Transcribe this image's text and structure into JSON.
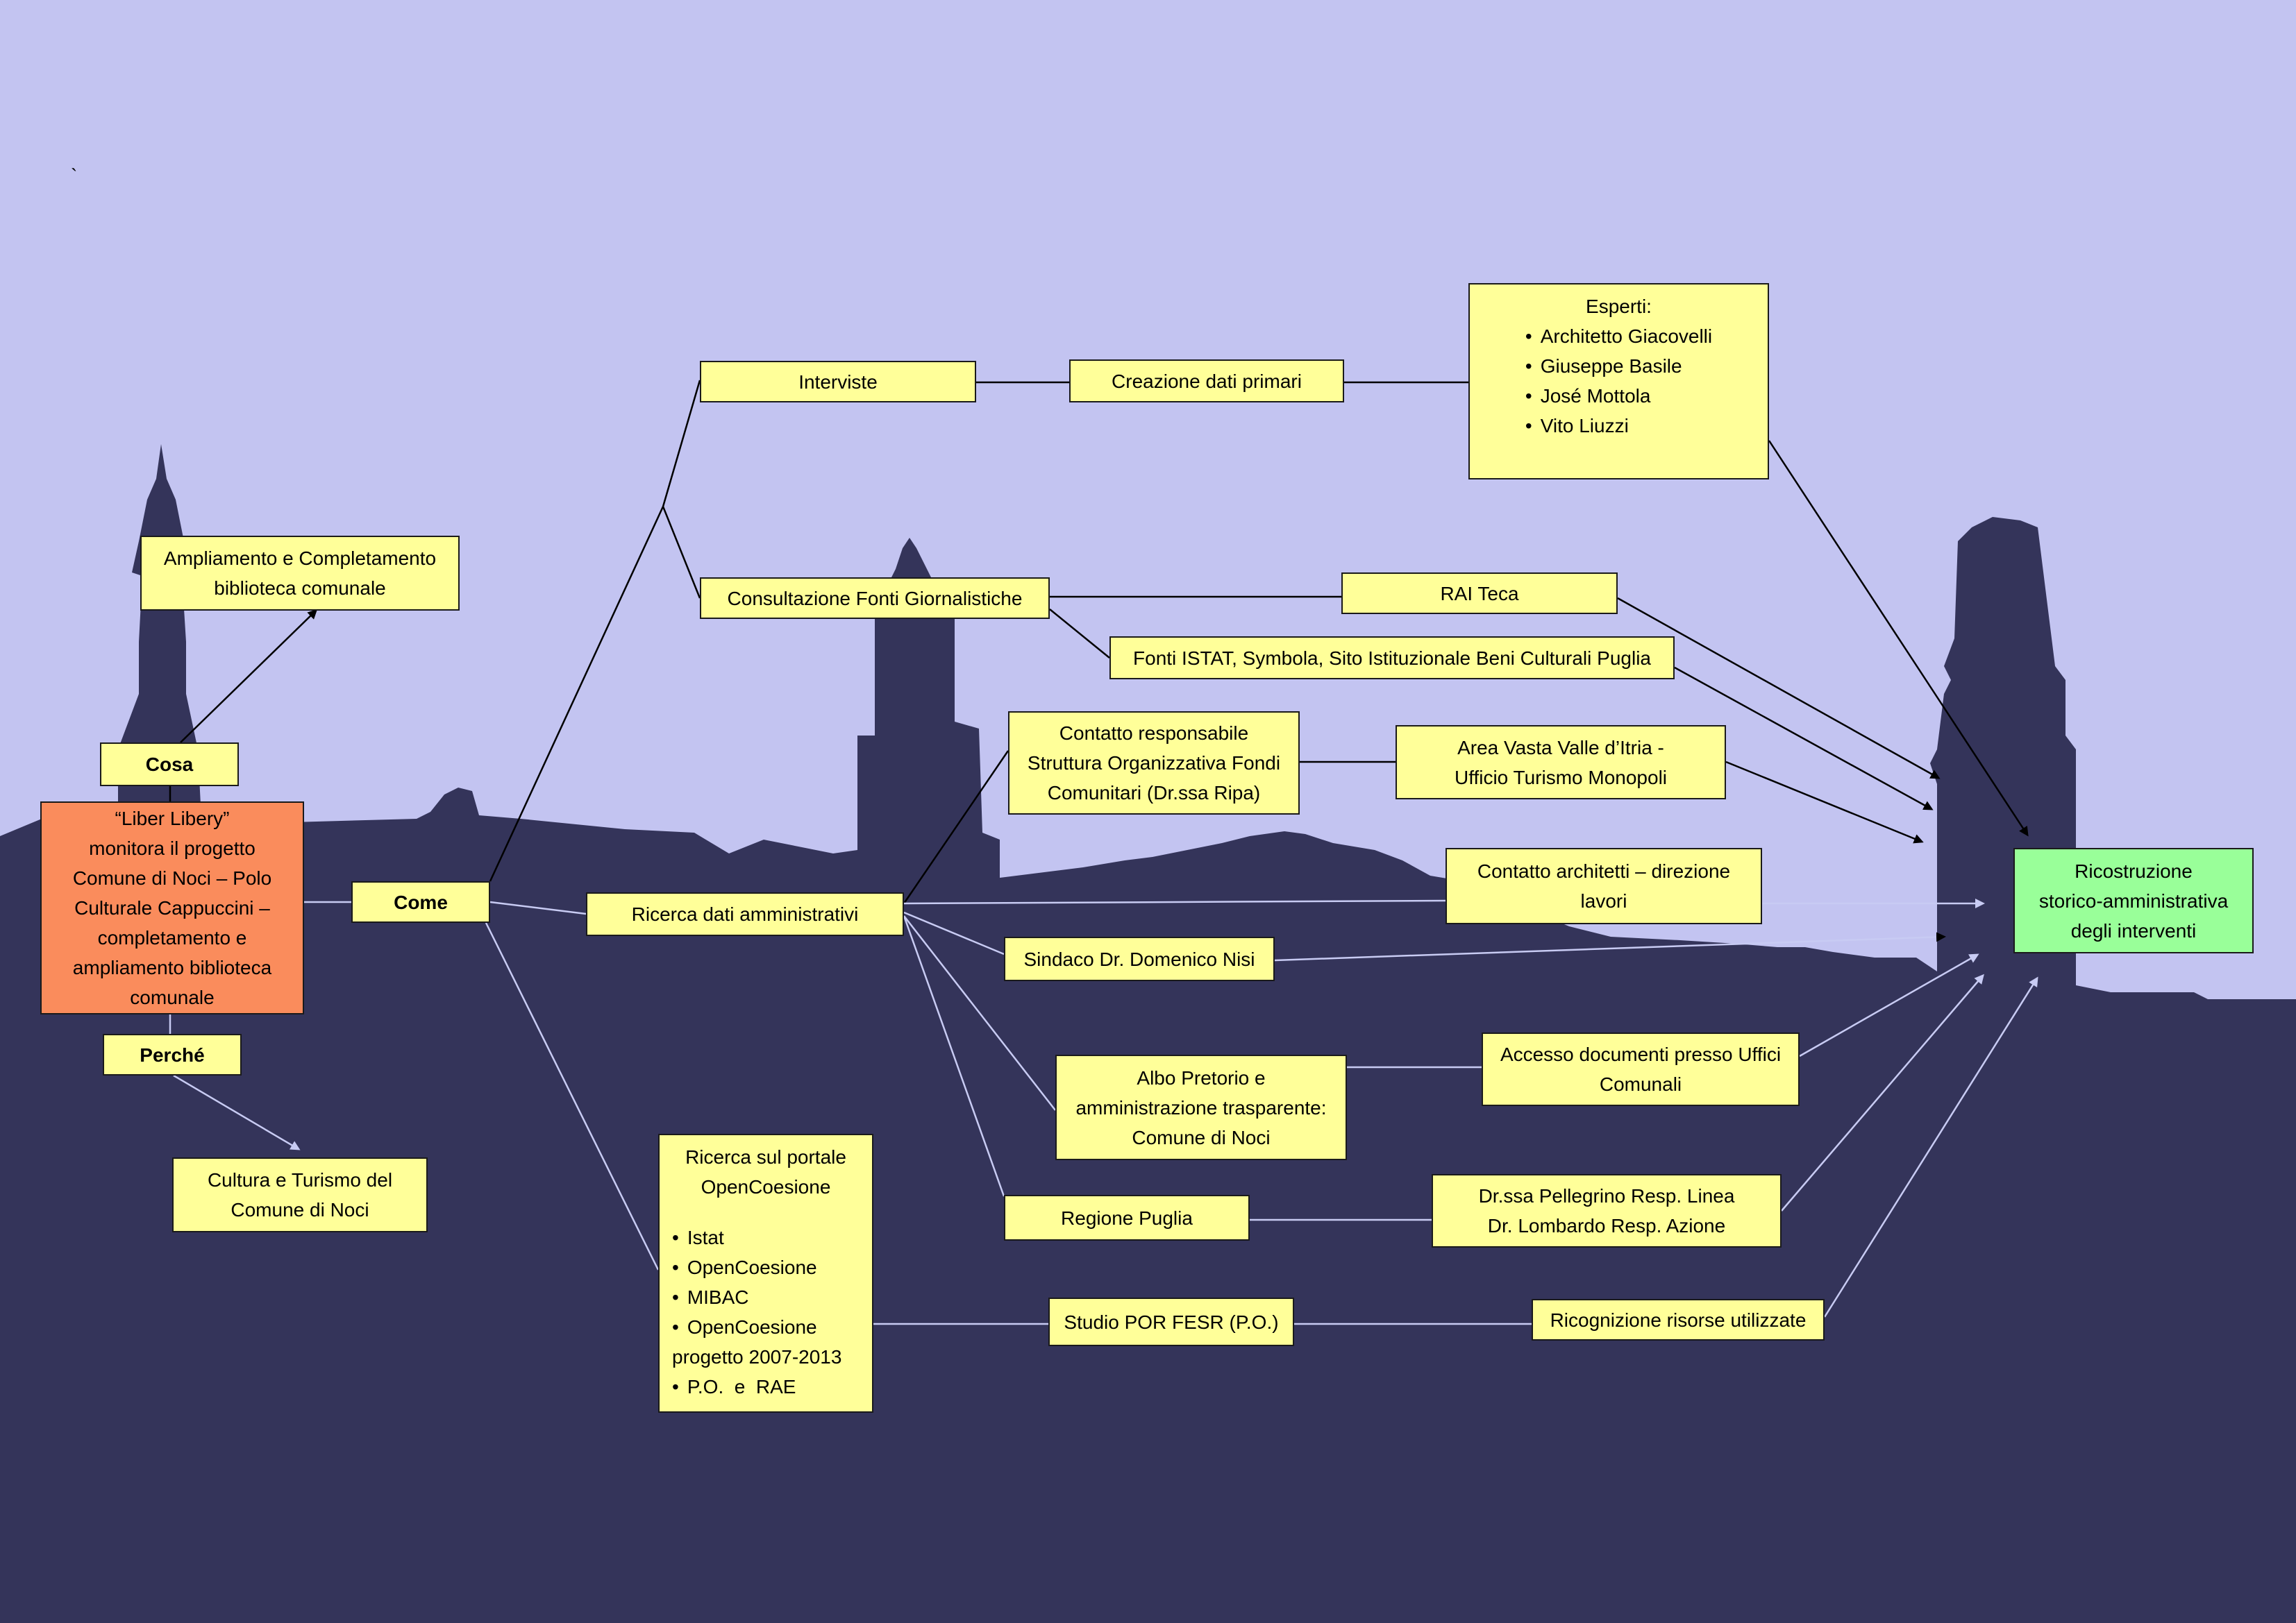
{
  "main": {
    "lines": [
      "“Liber Libery”",
      "monitora il progetto",
      "Comune di Noci – Polo",
      "Culturale Cappuccini –",
      "completamento e",
      "ampliamento biblioteca",
      "comunale"
    ]
  },
  "cosa": {
    "label": "Cosa",
    "target": [
      "Ampliamento e Completamento",
      "biblioteca comunale"
    ]
  },
  "perche": {
    "label": "Perché",
    "target": [
      "Cultura e Turismo del",
      "Comune di Noci"
    ]
  },
  "come": {
    "label": "Come",
    "interviste": "Interviste",
    "creazione": "Creazione dati primari",
    "esperti": {
      "title": "Esperti:",
      "items": [
        "Architetto Giacovelli",
        "Giuseppe Basile",
        "José Mottola",
        "Vito Liuzzi"
      ]
    },
    "consultazione": "Consultazione Fonti Giornalistiche",
    "rai": "RAI Teca",
    "istat": "Fonti ISTAT, Symbola, Sito Istituzionale Beni Culturali Puglia",
    "ricerca_amm": "Ricerca dati amministrativi",
    "contatto_resp": [
      "Contatto responsabile",
      "Struttura Organizzativa Fondi",
      "Comunitari (Dr.ssa Ripa)"
    ],
    "area_vasta": [
      "Area Vasta Valle d’Itria -",
      "Ufficio Turismo Monopoli"
    ],
    "architetti": [
      "Contatto architetti – direzione",
      "lavori"
    ],
    "sindaco": "Sindaco Dr. Domenico Nisi",
    "albo": [
      "Albo Pretorio e",
      "amministrazione trasparente:",
      "Comune di Noci"
    ],
    "accesso": [
      "Accesso documenti presso Uffici",
      "Comunali"
    ],
    "regione": "Regione Puglia",
    "pellegrino": [
      "Dr.ssa Pellegrino Resp. Linea",
      "Dr. Lombardo Resp. Azione"
    ],
    "portale": {
      "title": [
        "Ricerca sul portale",
        "OpenCoesione"
      ],
      "items": [
        "Istat",
        "OpenCoesione",
        "MIBAC",
        "OpenCoesione progetto 2007-2013",
        "P.O.  e  RAE"
      ]
    },
    "studio": "Studio POR FESR (P.O.)",
    "ricognizione": "Ricognizione risorse utilizzate"
  },
  "result": [
    "Ricostruzione",
    "storico-amministrativa",
    "degli interventi"
  ],
  "stray_mark": "`",
  "colors": {
    "sky": "#c3c4f1",
    "skyline": "#34345a",
    "box": "#ffff99",
    "main_box": "#fa8c5c",
    "result_box": "#99ff99",
    "dark_line": "#000000",
    "light_line": "#c8cbf3"
  }
}
